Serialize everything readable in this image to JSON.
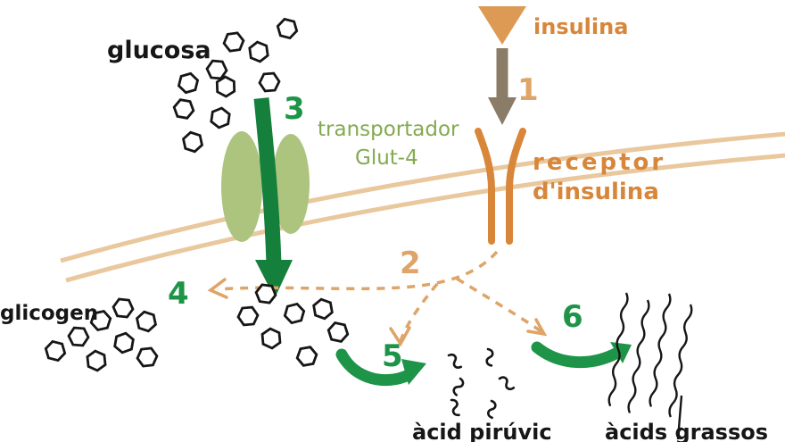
{
  "diagram": {
    "title": "insulin signalling and glucose uptake diagram",
    "labels": {
      "glucosa": "glucosa",
      "insulina": "insulina",
      "transportador_line1": "transportador",
      "transportador_line2": "Glut-4",
      "receptor_line1": "receptor",
      "receptor_line2": "d'insulina",
      "glicogen": "glicogen",
      "acid_piruvic": "àcid pirúvic",
      "acids_grassos": "àcids grassos"
    },
    "steps": {
      "s1": "1",
      "s2": "2",
      "s3": "3",
      "s4": "4",
      "s5": "5",
      "s6": "6"
    },
    "colors": {
      "ink": "#161616",
      "orange": "#d8863a",
      "tan": "#dea468",
      "membrane": "#e9c89e",
      "insulin_fill": "#dc9a55",
      "arrow_gray": "#8b7c68",
      "green": "#1d9447",
      "green_dark": "#15803c",
      "green_label": "#83aa4f",
      "transporter": "#adc47f"
    },
    "icons": {
      "insulin": "filled triangle pointing down",
      "glucose_molecule": "hexagon outline",
      "glycogen": "cluster of hexagons",
      "pyruvate_molecule": "small squiggle",
      "fatty_acid": "long wavy vertical line"
    }
  }
}
